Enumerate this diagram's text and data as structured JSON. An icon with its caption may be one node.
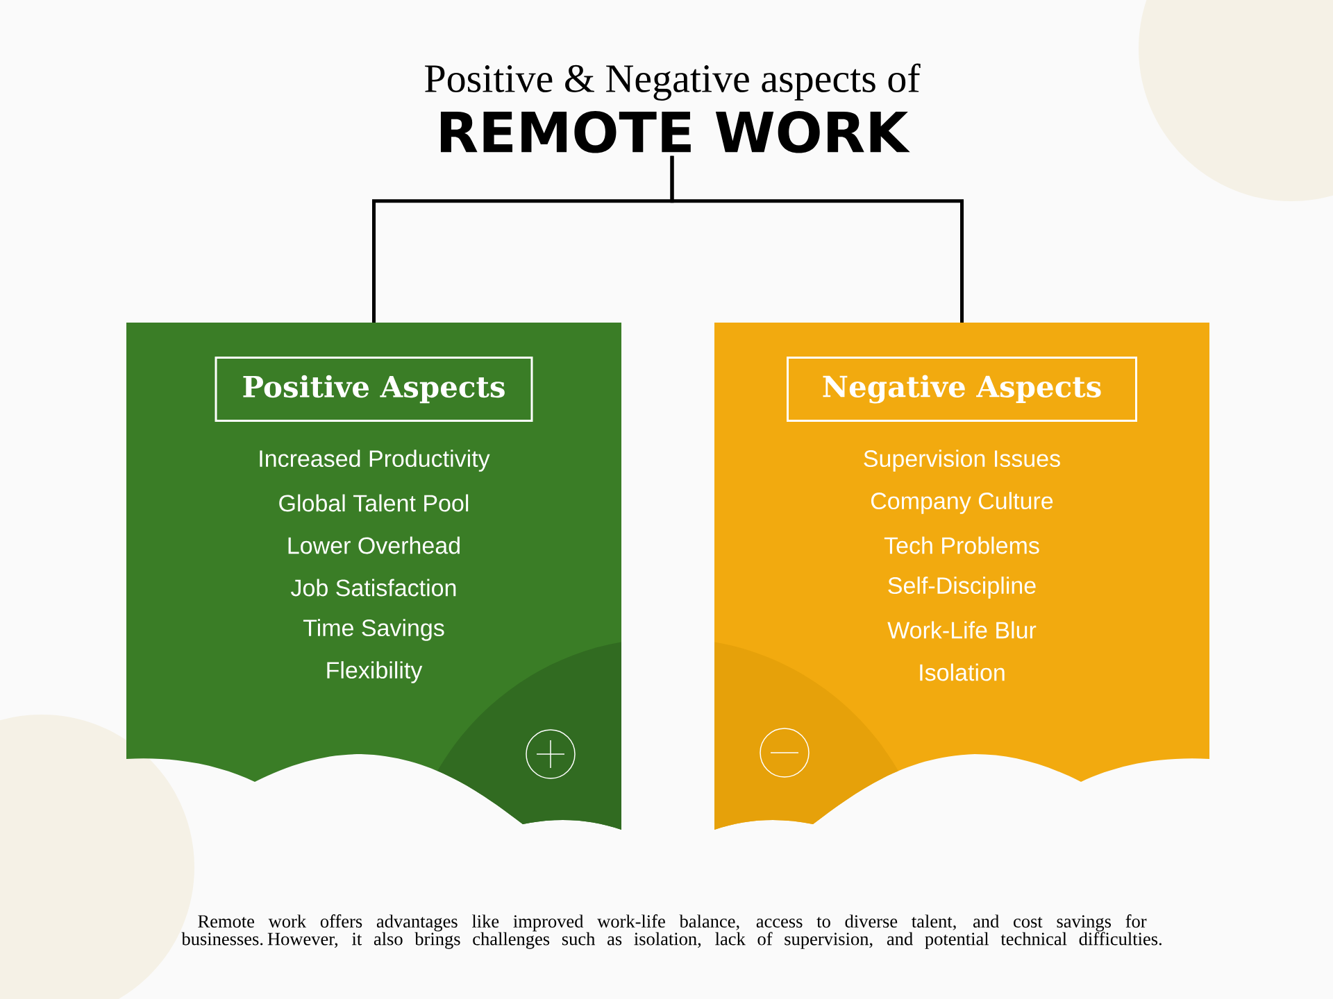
{
  "diagram": {
    "nodes": [
      {
        "text": [
          "Positive & Negative aspects of",
          "REMOTE WORK"
        ]
      },
      {
        "text": [
          "Positive Aspects",
          "Increased Productivity",
          "Global Talent Pool",
          "Lower Overhead",
          "Job Satisfaction",
          "Time Savings",
          "Flexibility"
        ]
      },
      {
        "text": [
          "Negative Aspects",
          "Supervision Issues",
          "Company Culture",
          "Tech Problems",
          "Self-Discipline",
          "Work-Life Blur",
          "Isolation"
        ]
      }
    ],
    "edges": [
      {
        "from": 0,
        "to": 1,
        "arrow": "none"
      },
      {
        "from": 0,
        "to": 2,
        "arrow": "none"
      }
    ],
    "caption": "Remote work offers advantages like improved work-life balance, access to diverse talent, and cost savings for businesses. However, it also brings challenges such as isolation, lack of supervision, and potential technical difficulties."
  }
}
